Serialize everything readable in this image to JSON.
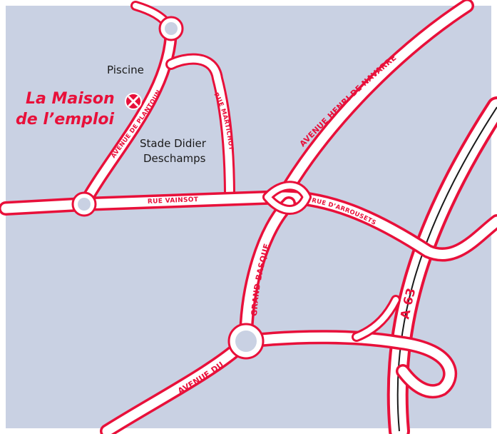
{
  "colors": {
    "background": "#c9d1e3",
    "road_outline": "#e8103a",
    "road_fill": "#ffffff",
    "roundabout_center": "#c9d1e3",
    "motorway_line": "#1a1a1a",
    "poi_text": "#e8103a"
  },
  "places": {
    "piscine": "Piscine",
    "stade_line1": "Stade Didier",
    "stade_line2": "Deschamps"
  },
  "poi": {
    "name_line1": "La Maison",
    "name_line2": "de l’emploi",
    "icon": "red-cross-marker-icon"
  },
  "roads": {
    "avenue_plantoun": "AVENUE DE PLANTOUN",
    "rue_martichot": "RUE MARTICHOT",
    "avenue_henri": "AVENUE HENRI DE NAVARRE",
    "rue_vainsot": "RUE VAINSOT",
    "rue_arrousets": "RUE D’ARROUSETS",
    "grand_basque": "GRAND BASQUE",
    "avenue_du": "AVENUE DU",
    "motorway": "A 63"
  }
}
